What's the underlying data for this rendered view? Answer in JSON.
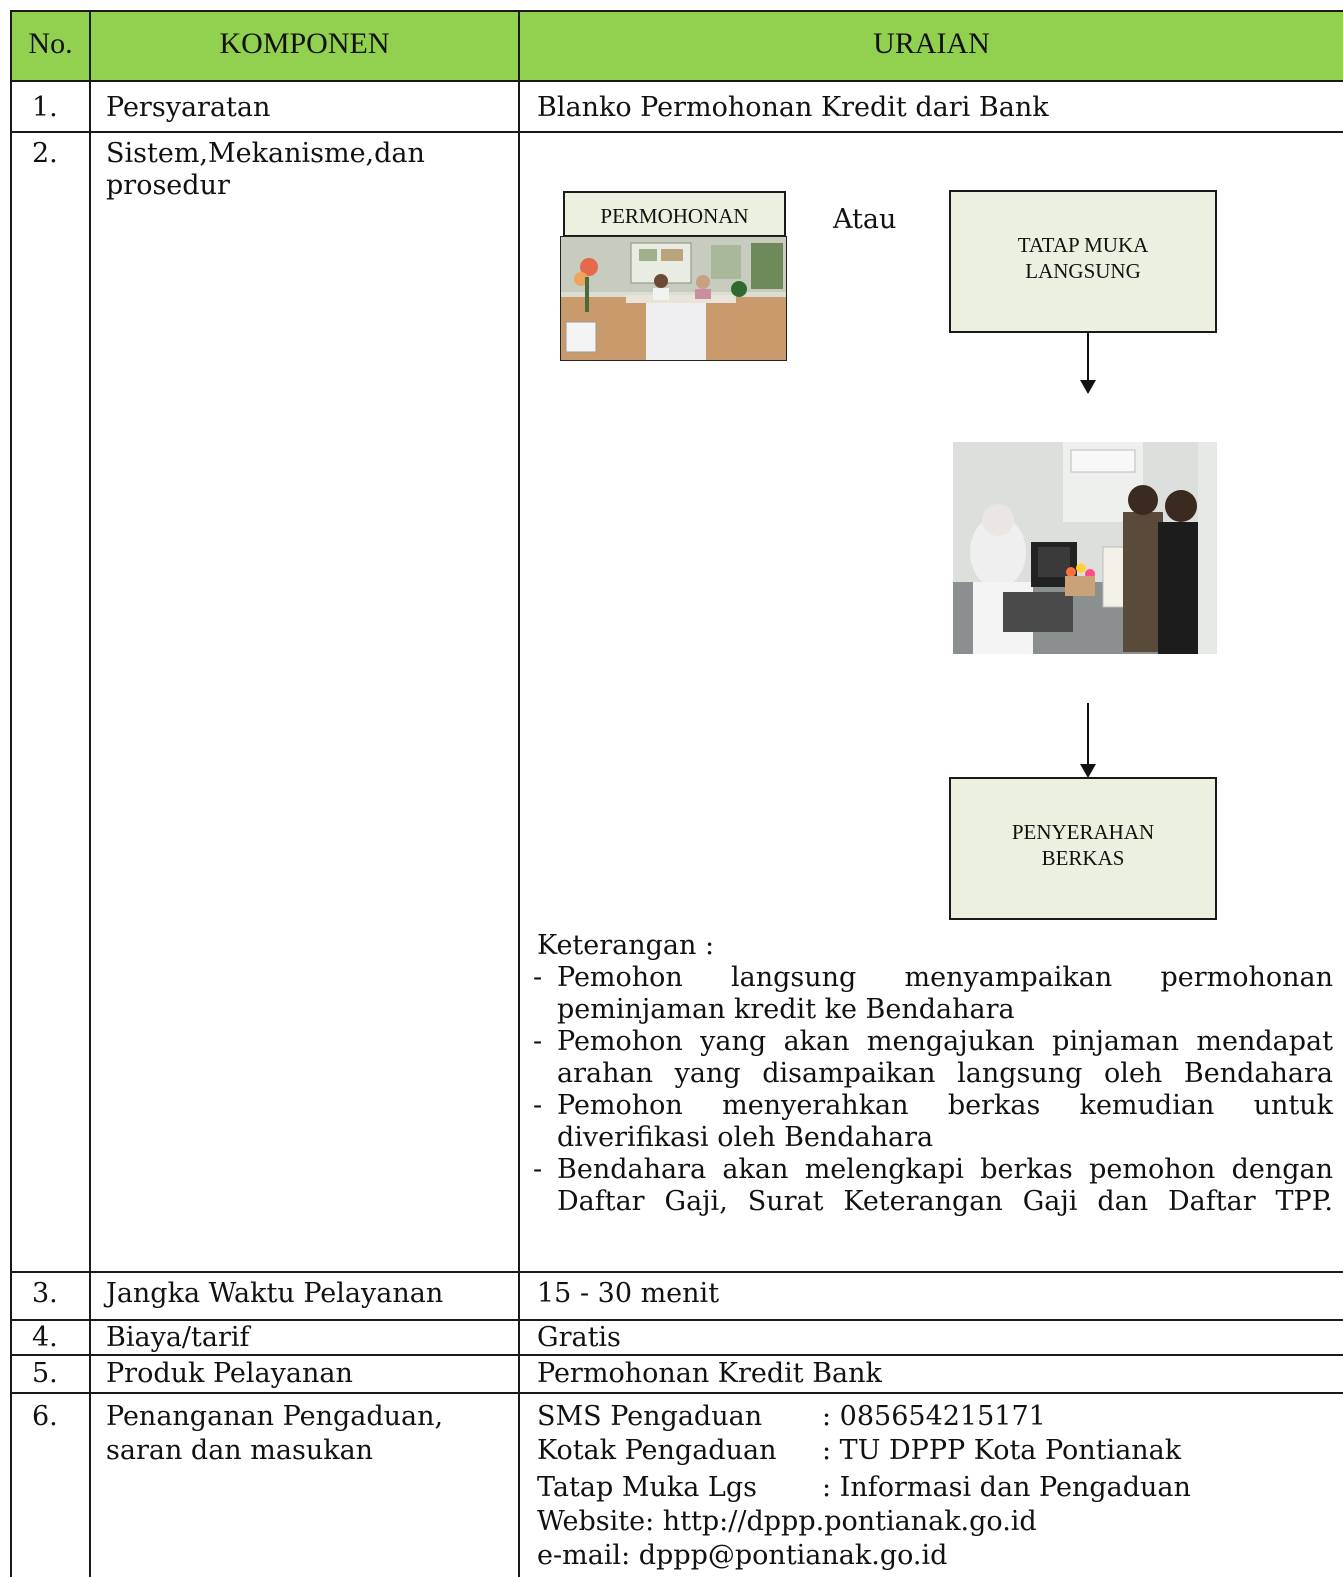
{
  "header": {
    "no": "No.",
    "komponen": "KOMPONEN",
    "uraian": "URAIAN"
  },
  "rows": {
    "r1": {
      "no": "1.",
      "komponen": "Persyaratan",
      "uraian": "Blanko Permohonan Kredit dari Bank"
    },
    "r2": {
      "no": "2.",
      "komponen_line1": "Sistem,Mekanisme,dan",
      "komponen_line2": "prosedur",
      "flow": {
        "box_permohonan": "PERMOHONAN",
        "atau": "Atau",
        "box_tatap_muka_line1": "TATAP MUKA",
        "box_tatap_muka_line2": "LANGSUNG",
        "box_penyerahan_line1": "PENYERAHAN",
        "box_penyerahan_line2": "BERKAS"
      },
      "keterangan_title": "Keterangan :",
      "keterangan": [
        {
          "line1": "Pemohon langsung menyampaikan permohonan",
          "line2": "peminjaman kredit ke Bendahara"
        },
        {
          "line1": "Pemohon yang akan mengajukan pinjaman mendapat",
          "line2": "arahan yang disampaikan langsung oleh Bendahara"
        },
        {
          "line1": "Pemohon menyerahkan berkas kemudian untuk",
          "line2": "diverifikasi oleh Bendahara"
        },
        {
          "line1": "Bendahara akan melengkapi berkas pemohon dengan",
          "line2": "Daftar Gaji, Surat Keterangan Gaji dan Daftar TPP."
        }
      ]
    },
    "r3": {
      "no": "3.",
      "komponen": "Jangka Waktu Pelayanan",
      "uraian": "15 - 30 menit"
    },
    "r4": {
      "no": "4.",
      "komponen": "Biaya/tarif",
      "uraian": "Gratis"
    },
    "r5": {
      "no": "5.",
      "komponen": "Produk Pelayanan",
      "uraian": "Permohonan Kredit Bank"
    },
    "r6": {
      "no": "6.",
      "komponen_line1": "Penanganan Pengaduan,",
      "komponen_line2": "saran dan masukan",
      "contacts": {
        "sms_label": "SMS Pengaduan",
        "sms_value": ": 085654215171",
        "kotak_label": "Kotak Pengaduan",
        "kotak_value": ": TU DPPP Kota Pontianak",
        "tatap_label": "Tatap Muka Lgs",
        "tatap_value": ": Informasi dan Pengaduan",
        "website": "Website: http://dppp.pontianak.go.id",
        "email": "e-mail: dppp@pontianak.go.id"
      }
    }
  },
  "colors": {
    "header_bg": "#92d050",
    "box_bg": "#ebf1de"
  }
}
